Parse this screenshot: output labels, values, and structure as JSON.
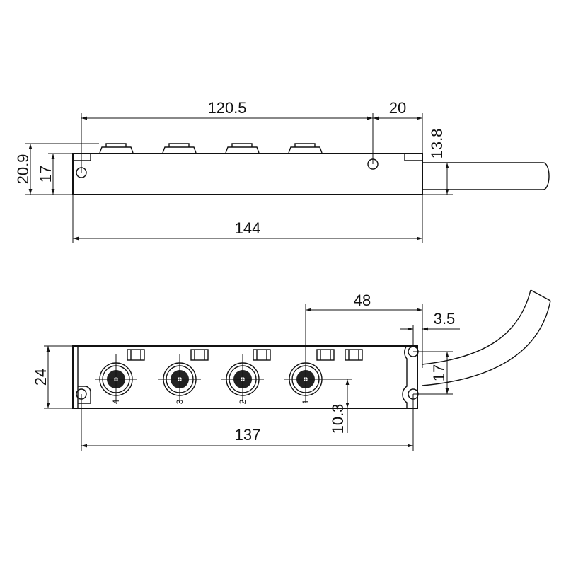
{
  "top_view": {
    "dims": {
      "length_pitch": "120.5",
      "cable_offset": "20",
      "overall_length": "144",
      "height_total": "20.9",
      "height_body": "17",
      "cable_height": "13.8"
    }
  },
  "bottom_view": {
    "dims": {
      "offset_48": "48",
      "hole_offset": "3.5",
      "width": "24",
      "hole_pitch": "137",
      "port_offset": "10.3",
      "hole_spacing": "17"
    },
    "ports": [
      "4",
      "3",
      "2",
      "1"
    ]
  },
  "colors": {
    "line": "#111111",
    "background": "#ffffff"
  }
}
